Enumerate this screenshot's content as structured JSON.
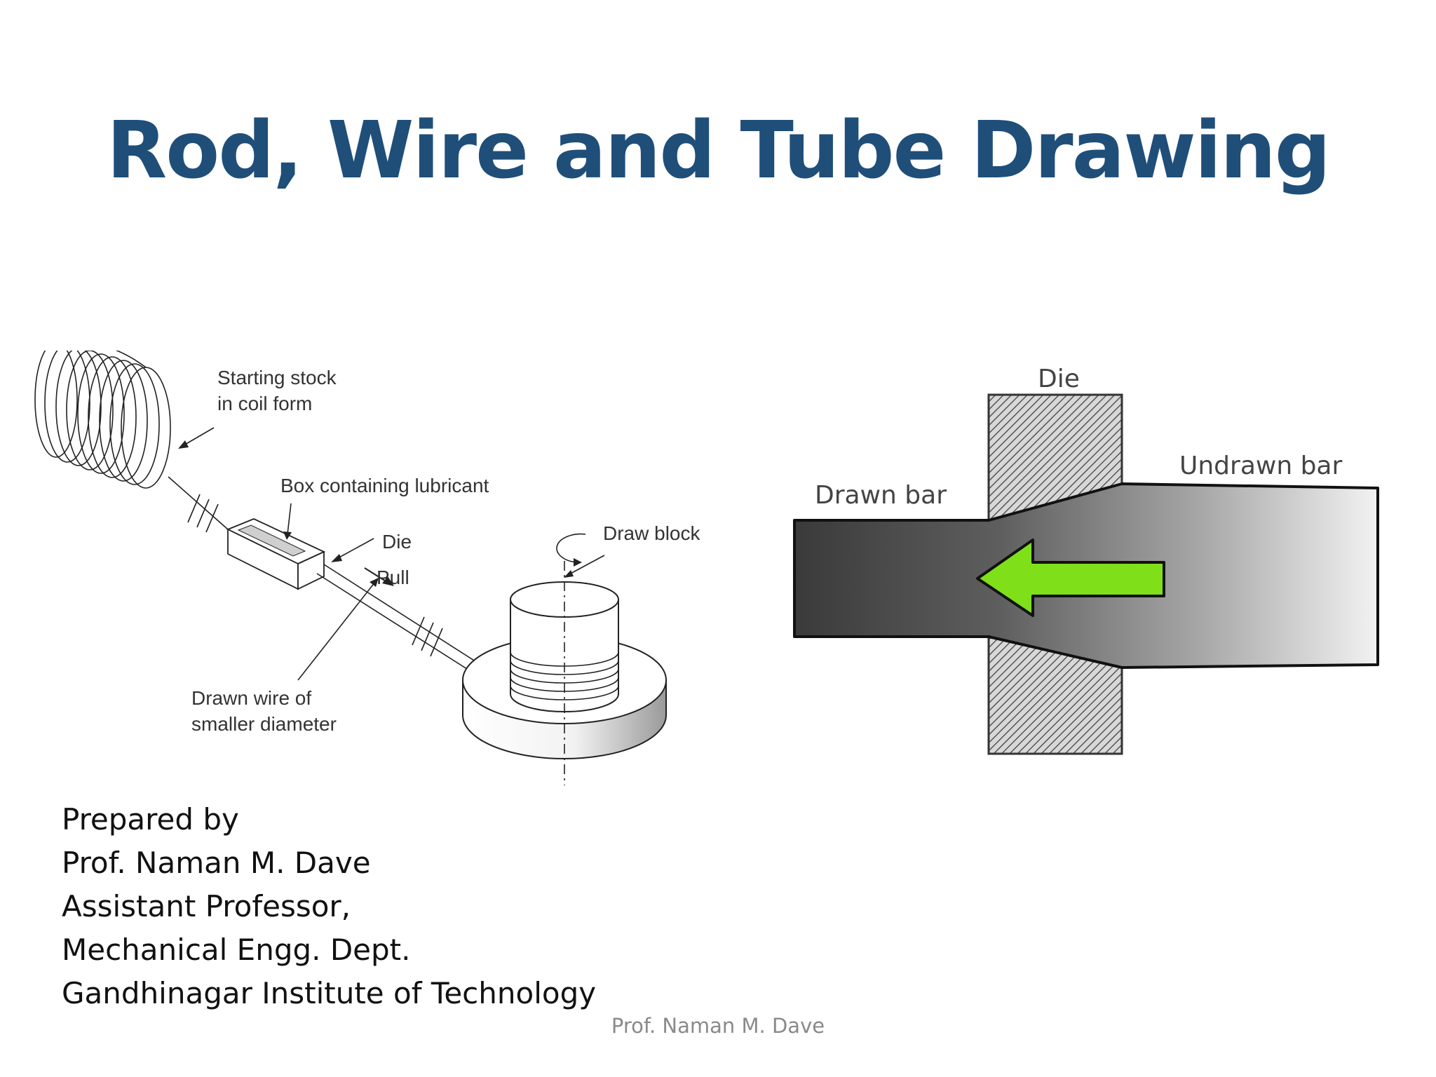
{
  "slide": {
    "title": "Rod, Wire and Tube Drawing",
    "footer": "Prof. Naman M. Dave",
    "title_color": "#1f4e79",
    "arrow_color": "#7fe01a"
  },
  "wire_drawing_figure": {
    "labels": {
      "starting_stock": [
        "Starting stock",
        "in coil form"
      ],
      "lubricant_box": "Box containing lubricant",
      "die": "Die",
      "pull": "Pull",
      "draw_block": "Draw block",
      "drawn_wire": [
        "Drawn wire of",
        "smaller diameter"
      ]
    }
  },
  "bar_drawing_figure": {
    "labels": {
      "die": "Die",
      "drawn_bar": "Drawn bar",
      "undrawn_bar": "Undrawn bar"
    },
    "arrow_icon": "left-arrow-icon"
  },
  "author": {
    "lines": [
      "Prepared by",
      "Prof. Naman M. Dave",
      "Assistant Professor,",
      "Mechanical Engg. Dept.",
      "Gandhinagar Institute of Technology"
    ]
  }
}
